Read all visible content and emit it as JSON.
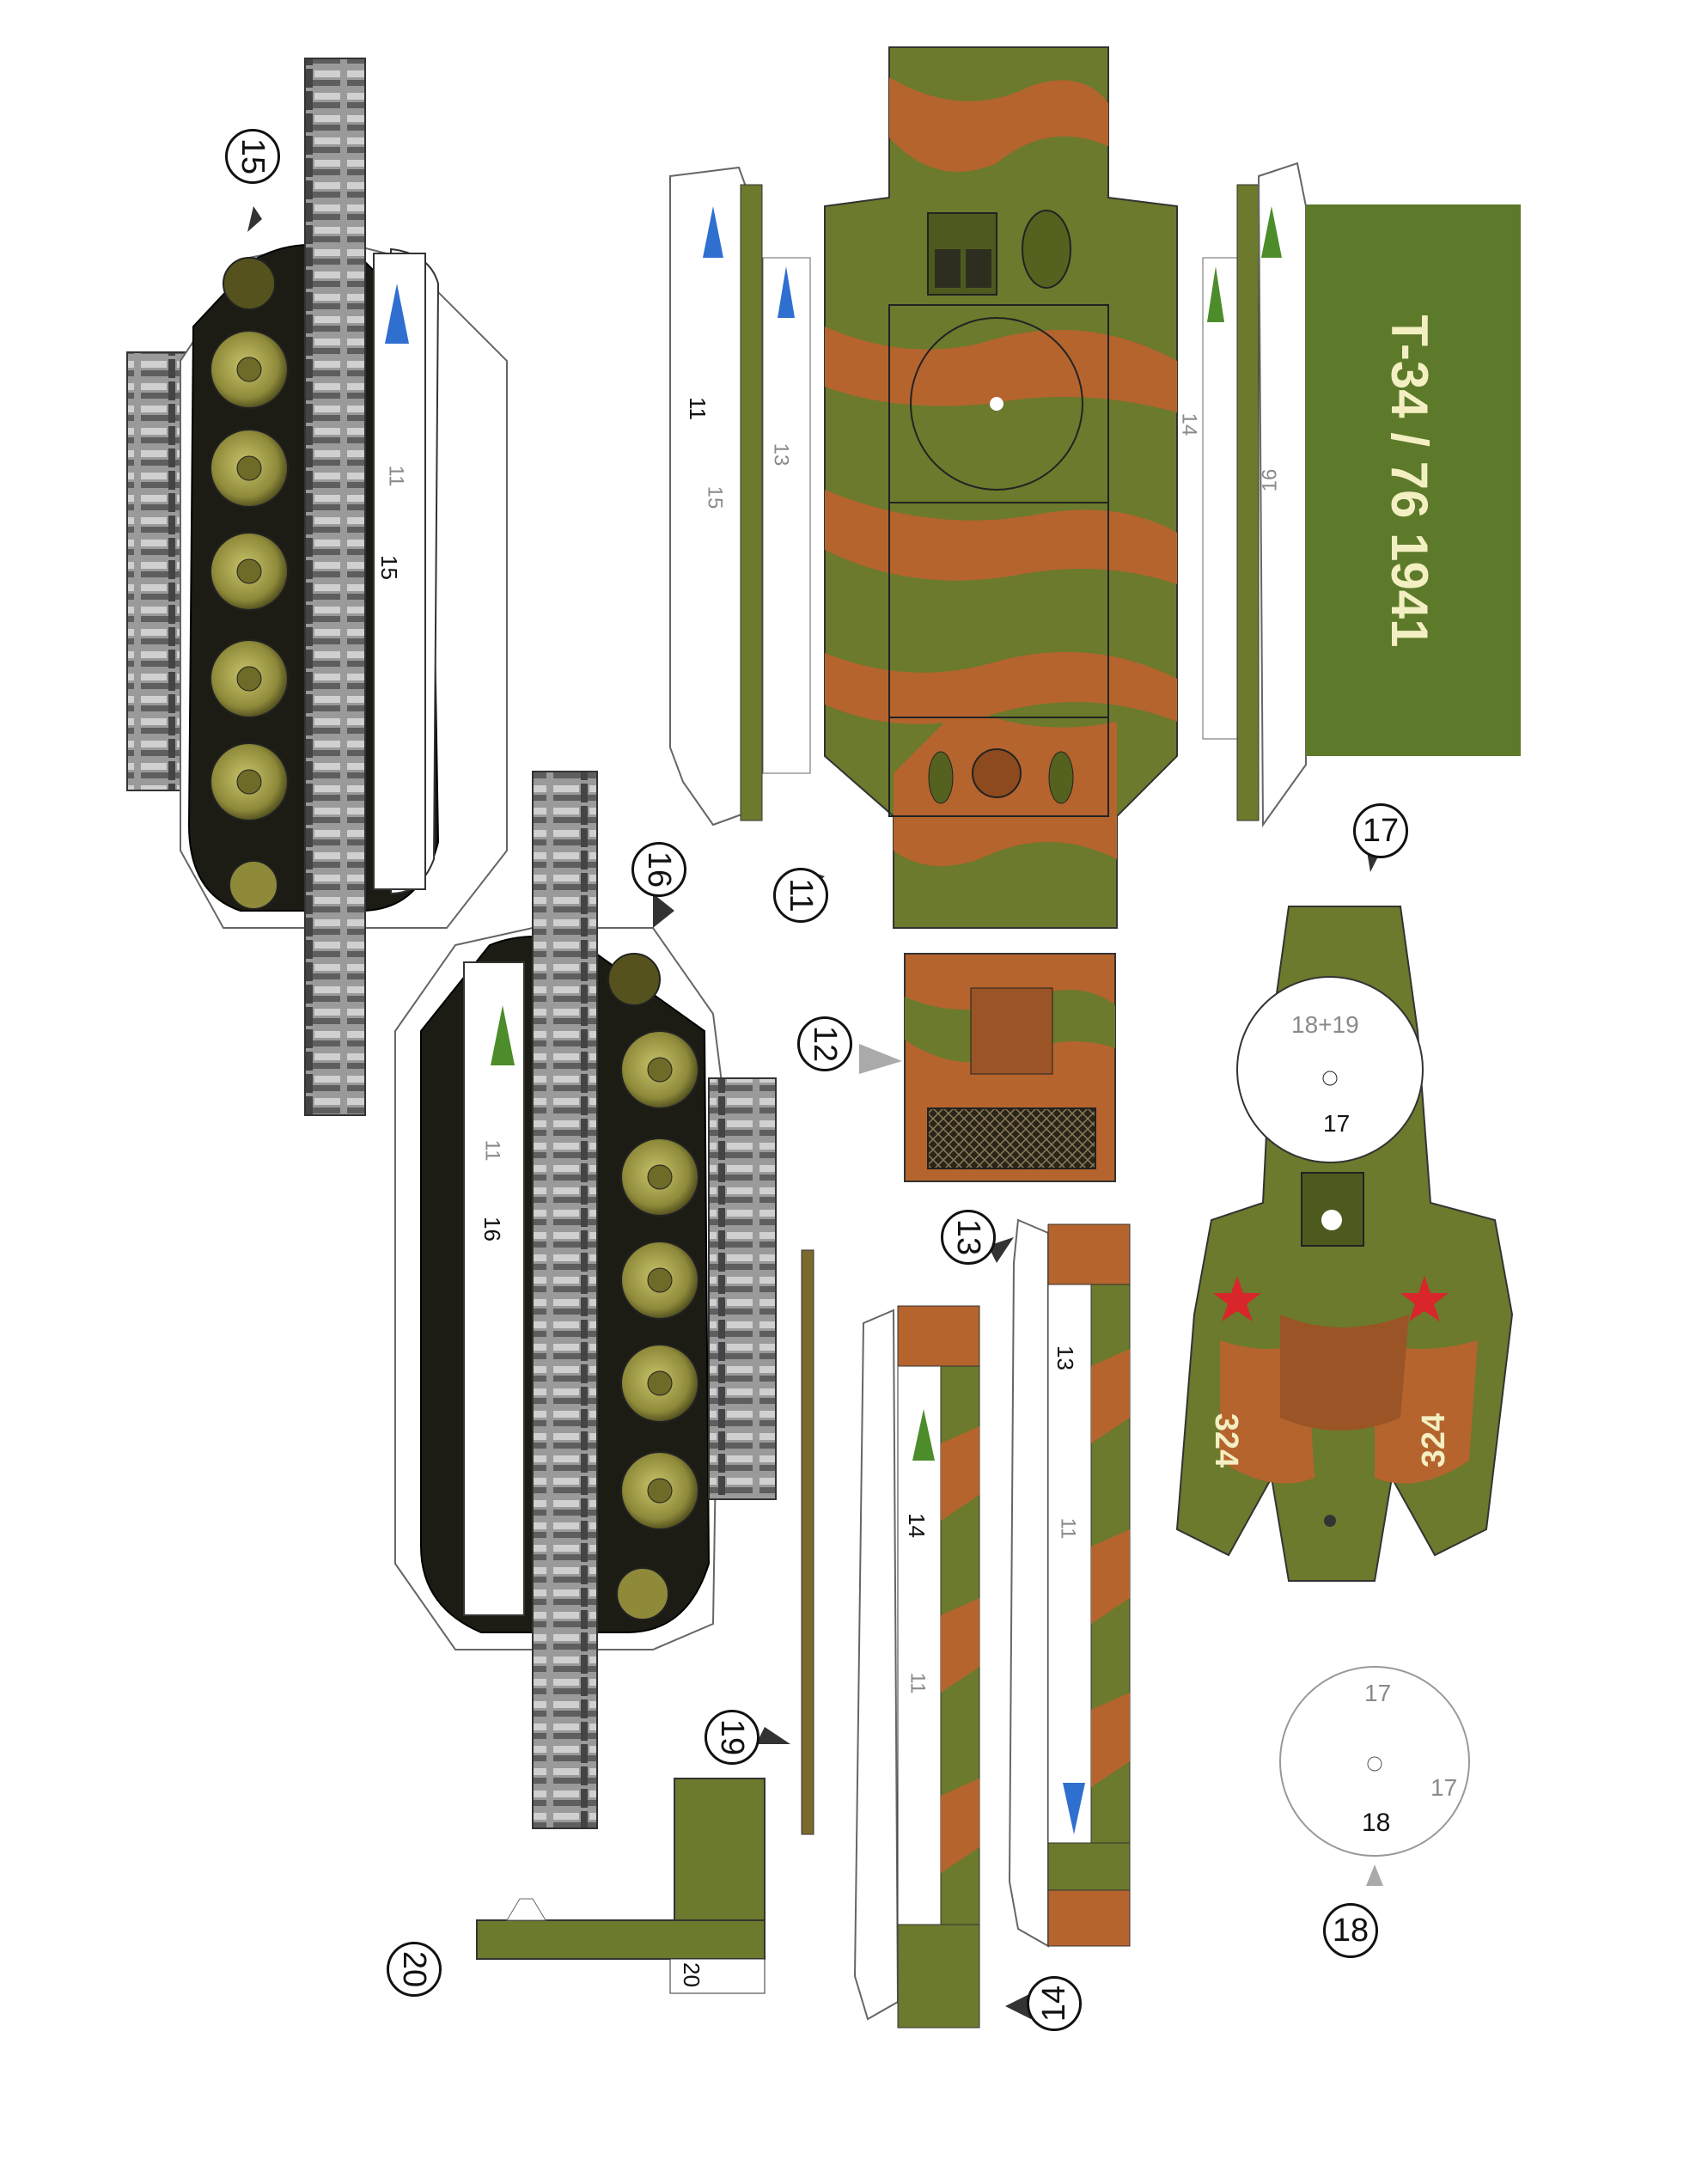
{
  "title_block": {
    "text": "T-34 / 76  1941",
    "bg_color": "#5c7a2a"
  },
  "part_badges": {
    "p11": "11",
    "p12": "12",
    "p13": "13",
    "p14": "14",
    "p15": "15",
    "p16": "16",
    "p17": "17",
    "p18": "18",
    "p19": "19",
    "p20": "20"
  },
  "part_labels": {
    "hull_left_11": "11",
    "hull_left_15": "15",
    "hull_left_13": "13",
    "hull_right_14": "14",
    "hull_right_16": "16",
    "track15_11": "11",
    "track15_15": "15",
    "track16_11": "11",
    "track16_16": "16",
    "strip13_13": "13",
    "strip13_11": "11",
    "strip14_14": "14",
    "strip14_11": "11",
    "turret_18_19": "18+19",
    "turret_17": "17",
    "turret_324_left": "324",
    "turret_324_right": "324",
    "disc_17_top": "17",
    "disc_17_right": "17",
    "disc_18": "18",
    "part20_label": "20"
  },
  "colors": {
    "olive": "#6b7a2c",
    "rust": "#b5642e",
    "grey_track": "#8d8d8d",
    "wheel": "#8e8a3a",
    "dark": "#1c1c14",
    "blue_arrow": "#2f6fd0",
    "green_arrow": "#4c8c2a",
    "star_red": "#d8262a"
  },
  "icons": [
    "red-star-icon",
    "direction-arrow-icon",
    "road-wheel-icon",
    "hatch-icon"
  ]
}
